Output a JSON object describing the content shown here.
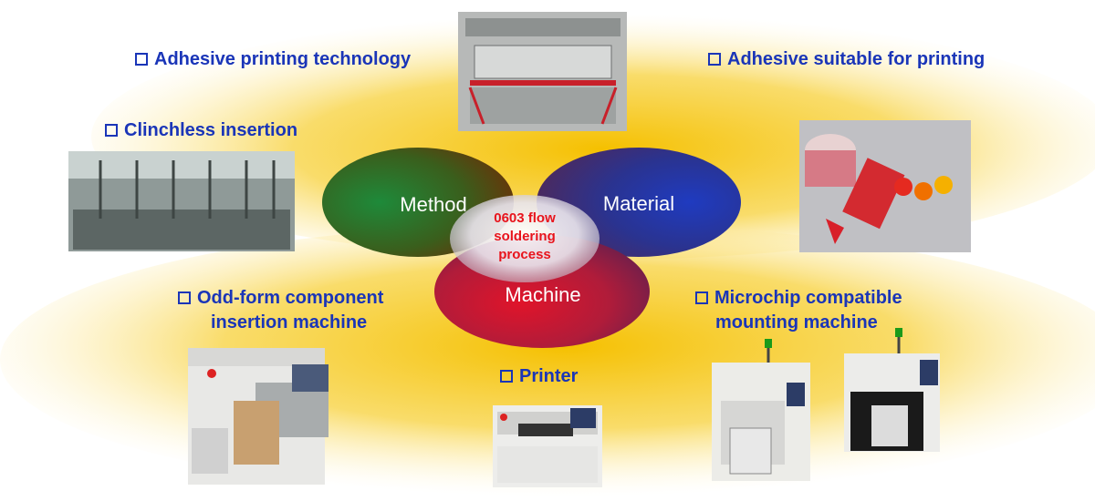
{
  "diagram": {
    "circles": {
      "method": "Method",
      "material": "Material",
      "machine": "Machine"
    },
    "center": [
      "0603 flow",
      "soldering",
      "process"
    ],
    "labels": {
      "adhesive_printing_technology": "Adhesive printing technology",
      "adhesive_suitable": "Adhesive suitable for printing",
      "clinchless_insertion": "Clinchless insertion",
      "odd_form_1": "Odd-form component",
      "odd_form_2": "insertion machine",
      "microchip_1": "Microchip compatible",
      "microchip_2": "mounting machine",
      "printer": "Printer"
    },
    "colors": {
      "label_blue": "#1a35b8",
      "center_red": "#e8141c",
      "method_green": "#1e8a3a",
      "material_blue": "#26349c",
      "machine_red": "#d8142a",
      "halo_yellow": "#f5c000"
    }
  }
}
